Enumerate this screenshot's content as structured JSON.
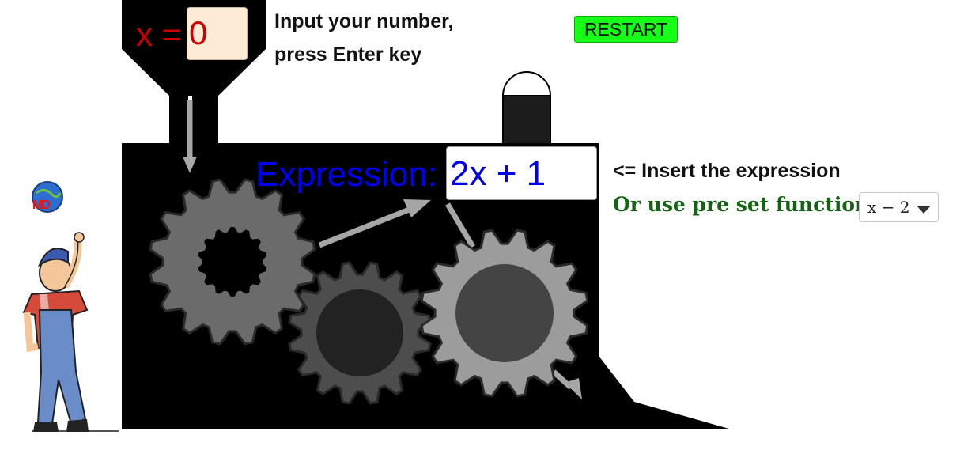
{
  "input": {
    "label": "x =",
    "value": "0",
    "instructions": [
      "Input your number,",
      "press Enter key"
    ]
  },
  "restart_label": "RESTART",
  "expression": {
    "label": "Expression:",
    "value": "2x + 1",
    "hint": "<= Insert the expression"
  },
  "preset": {
    "label": "Or use pre set function:",
    "selected": "x − 2"
  },
  "logo": {
    "text": "MD"
  },
  "colors": {
    "machine": "#000000",
    "gear_large": "#6b6b6b",
    "gear_mid": "#4d4d4d",
    "gear_right": "#9c9c9c",
    "arrow": "#a6a6a6",
    "expression": "#0000ee",
    "input": "#cc0000",
    "restart": "#17ff17",
    "preset": "#136313"
  }
}
